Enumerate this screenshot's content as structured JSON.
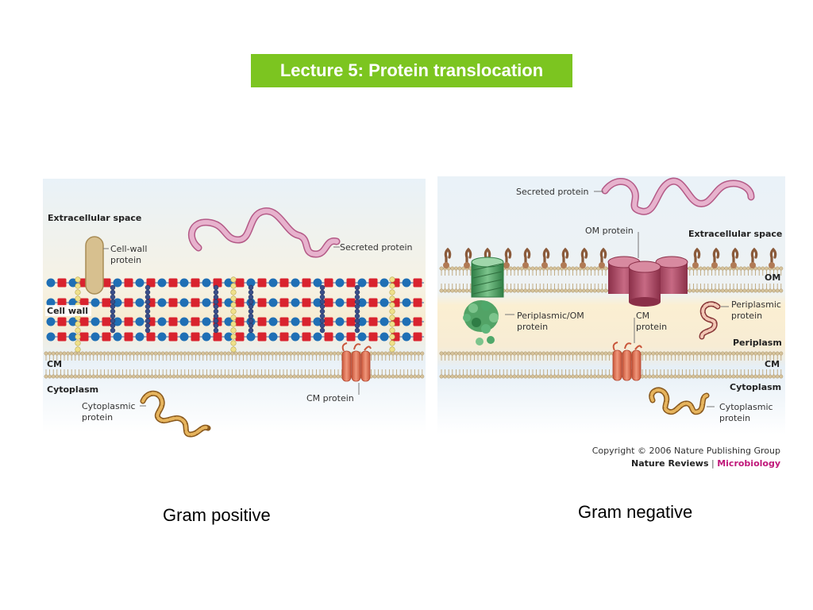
{
  "title": "Lecture 5: Protein translocation",
  "colors": {
    "title_bg": "#7cc520",
    "peptidoglycan_red": "#d9232e",
    "peptidoglycan_blue": "#1f6fb5",
    "teichoic_yellow": "#efe08a",
    "membrane_lipid": "#d6c39b",
    "cm_protein": "#e8795a",
    "secreted_protein": "#d98fb4",
    "om_protein": "#b04a63",
    "periplasmic_om_protein": "#3f9a5a",
    "cytoplasmic_protein": "#c48a3a",
    "copyright_accent": "#c0187a"
  },
  "gram_positive": {
    "extracellular": "Extracellular space",
    "cell_wall_protein": "Cell-wall\nprotein",
    "secreted_protein": "Secreted protein",
    "cell_wall": "Cell wall",
    "cm": "CM",
    "cytoplasm": "Cytoplasm",
    "cm_protein": "CM protein",
    "cytoplasmic_protein": "Cytoplasmic\nprotein"
  },
  "gram_negative": {
    "secreted_protein": "Secreted protein",
    "om_protein": "OM protein",
    "extracellular": "Extracellular space",
    "om": "OM",
    "periplasmic_om_protein": "Periplasmic/OM\nprotein",
    "cm_protein": "CM\nprotein",
    "periplasmic_protein": "Periplasmic\nprotein",
    "periplasm": "Periplasm",
    "cm": "CM",
    "cytoplasm": "Cytoplasm",
    "cytoplasmic_protein": "Cytoplasmic\nprotein"
  },
  "copyright": {
    "line1": "Copyright © 2006 Nature Publishing Group",
    "journal": "Nature Reviews",
    "separator": " | ",
    "section": "Microbiology"
  },
  "captions": {
    "left": "Gram positive",
    "right": "Gram negative"
  }
}
